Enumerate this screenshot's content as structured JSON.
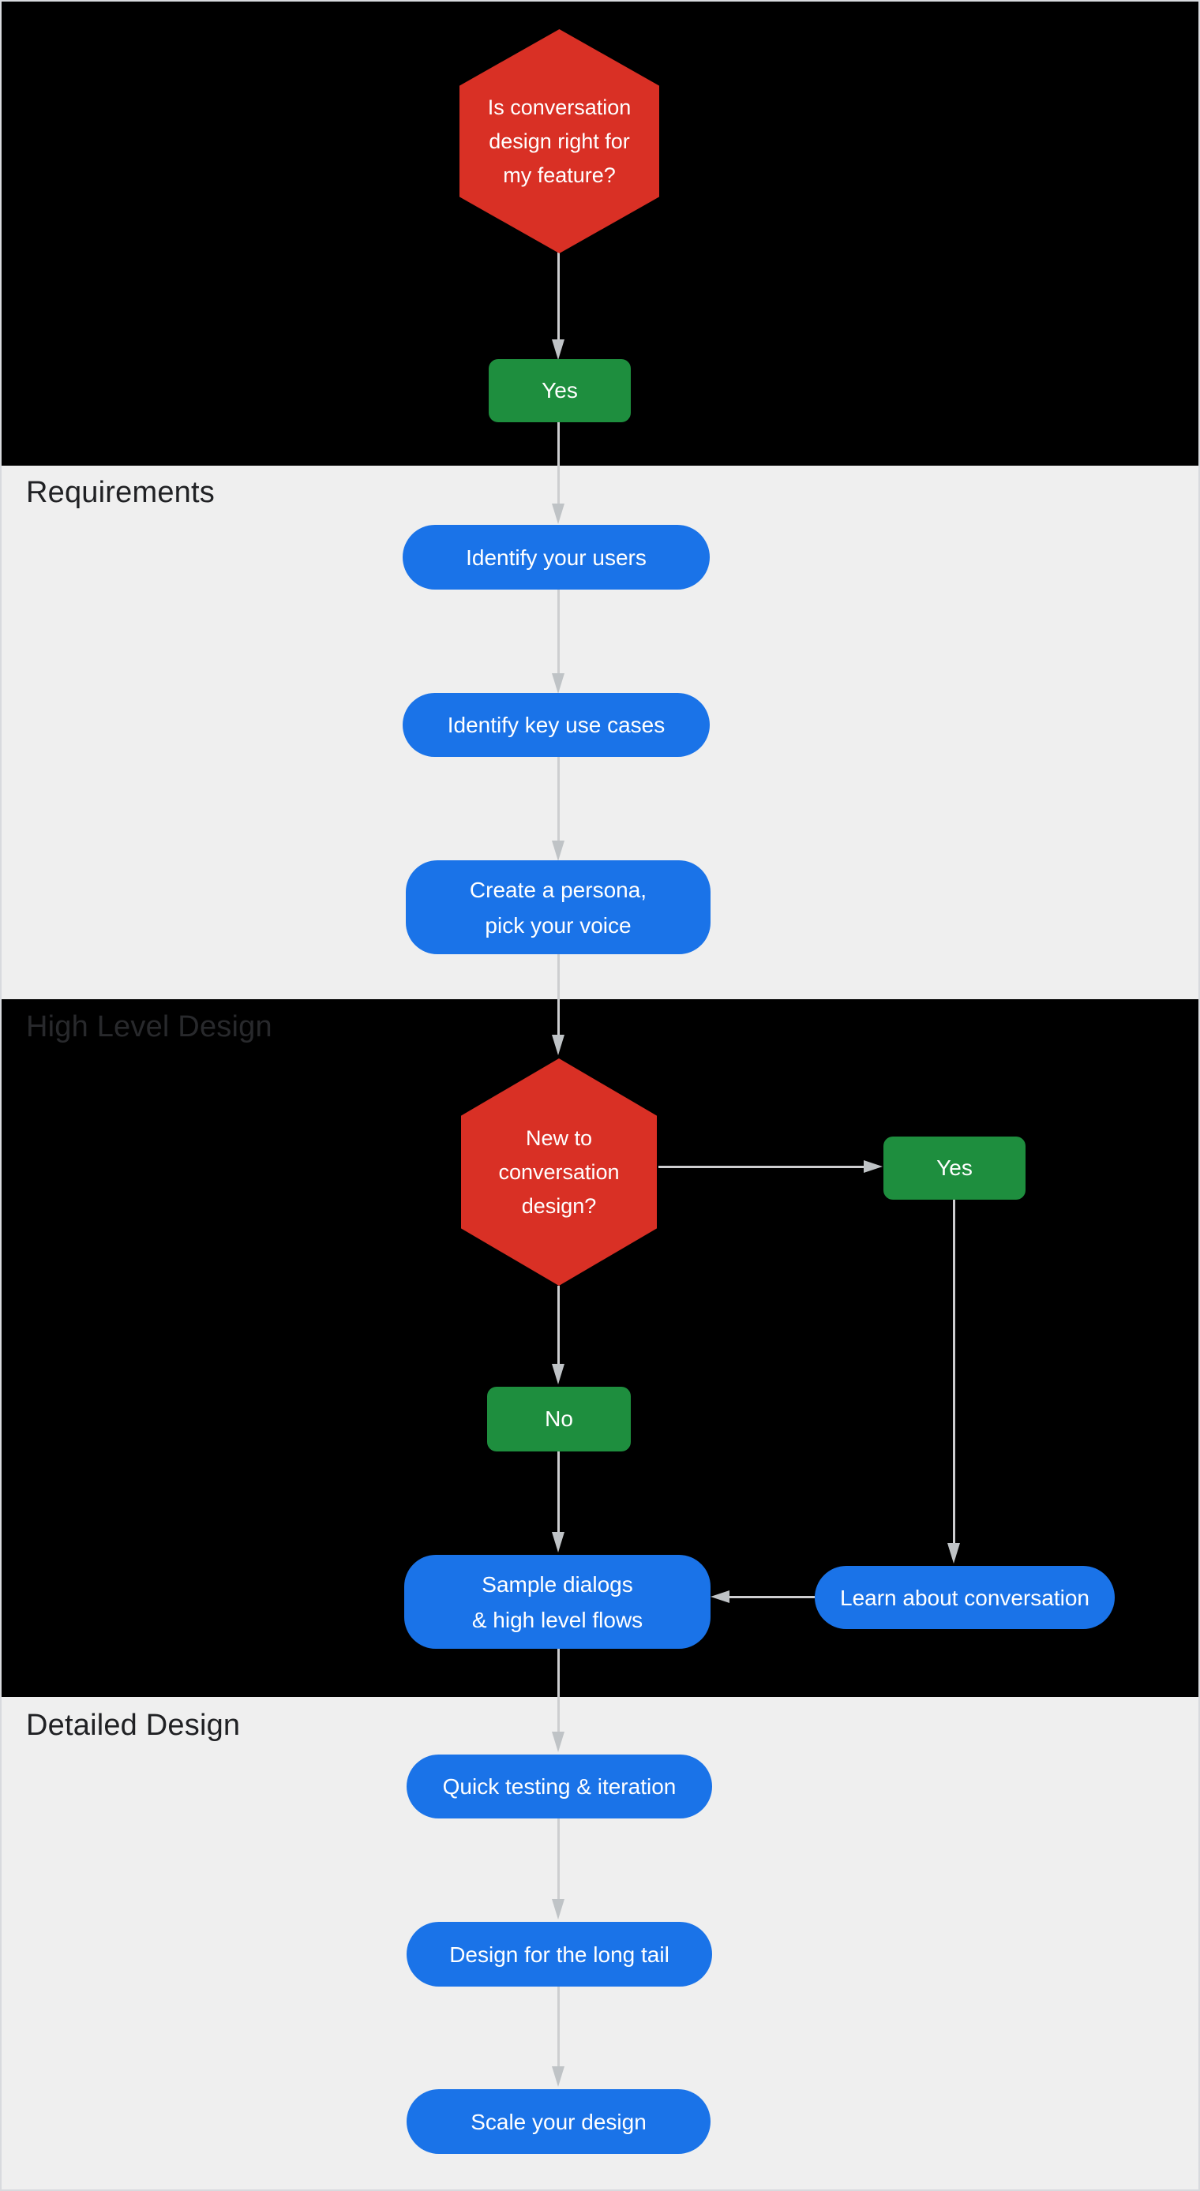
{
  "colors": {
    "section_dark_bg": "#000000",
    "section_light_bg": "#efefef",
    "decision_red": "#d93025",
    "answer_green": "#1e8e3e",
    "step_blue": "#1a73e8",
    "node_text": "#ffffff",
    "connector_gray": "#cdced0",
    "label_on_light": "#202124",
    "label_on_dark": "#28292c"
  },
  "sections": [
    {
      "id": "intro",
      "label": "",
      "theme": "dark"
    },
    {
      "id": "requirements",
      "label": "Requirements",
      "theme": "light"
    },
    {
      "id": "high-level-design",
      "label": "High Level Design",
      "theme": "dark"
    },
    {
      "id": "detailed-design",
      "label": "Detailed Design",
      "theme": "light"
    }
  ],
  "flow": {
    "nodes": [
      {
        "id": "q-right-for-feature",
        "type": "decision",
        "shape": "hexagon",
        "color": "red",
        "lines": [
          "Is conversation",
          "design right for",
          "my feature?"
        ]
      },
      {
        "id": "yes-top",
        "type": "answer",
        "shape": "rounded-rect",
        "color": "green",
        "label": "Yes"
      },
      {
        "id": "identify-users",
        "type": "step",
        "shape": "pill",
        "color": "blue",
        "label": "Identify your users"
      },
      {
        "id": "identify-use-cases",
        "type": "step",
        "shape": "pill",
        "color": "blue",
        "label": "Identify key use cases"
      },
      {
        "id": "create-persona",
        "type": "step",
        "shape": "pill",
        "color": "blue",
        "lines": [
          "Create a persona,",
          "pick your voice"
        ]
      },
      {
        "id": "q-new-to-design",
        "type": "decision",
        "shape": "hexagon",
        "color": "red",
        "lines": [
          "New to",
          "conversation",
          "design?"
        ]
      },
      {
        "id": "yes-right",
        "type": "answer",
        "shape": "rounded-rect",
        "color": "green",
        "label": "Yes"
      },
      {
        "id": "no-mid",
        "type": "answer",
        "shape": "rounded-rect",
        "color": "green",
        "label": "No"
      },
      {
        "id": "sample-dialogs",
        "type": "step",
        "shape": "pill",
        "color": "blue",
        "lines": [
          "Sample dialogs",
          "& high level flows"
        ]
      },
      {
        "id": "learn-conversation",
        "type": "step",
        "shape": "pill",
        "color": "blue",
        "label": "Learn about conversation"
      },
      {
        "id": "quick-testing",
        "type": "step",
        "shape": "pill",
        "color": "blue",
        "label": "Quick testing & iteration"
      },
      {
        "id": "long-tail",
        "type": "step",
        "shape": "pill",
        "color": "blue",
        "label": "Design for the long tail"
      },
      {
        "id": "scale-design",
        "type": "step",
        "shape": "pill",
        "color": "blue",
        "label": "Scale your design"
      }
    ],
    "edges": [
      {
        "from": "q-right-for-feature",
        "to": "yes-top",
        "direction": "down"
      },
      {
        "from": "yes-top",
        "to": "identify-users",
        "direction": "down"
      },
      {
        "from": "identify-users",
        "to": "identify-use-cases",
        "direction": "down"
      },
      {
        "from": "identify-use-cases",
        "to": "create-persona",
        "direction": "down"
      },
      {
        "from": "create-persona",
        "to": "q-new-to-design",
        "direction": "down"
      },
      {
        "from": "q-new-to-design",
        "to": "yes-right",
        "direction": "right"
      },
      {
        "from": "q-new-to-design",
        "to": "no-mid",
        "direction": "down"
      },
      {
        "from": "no-mid",
        "to": "sample-dialogs",
        "direction": "down"
      },
      {
        "from": "yes-right",
        "to": "learn-conversation",
        "direction": "down"
      },
      {
        "from": "learn-conversation",
        "to": "sample-dialogs",
        "direction": "left"
      },
      {
        "from": "sample-dialogs",
        "to": "quick-testing",
        "direction": "down"
      },
      {
        "from": "quick-testing",
        "to": "long-tail",
        "direction": "down"
      },
      {
        "from": "long-tail",
        "to": "scale-design",
        "direction": "down"
      }
    ]
  }
}
